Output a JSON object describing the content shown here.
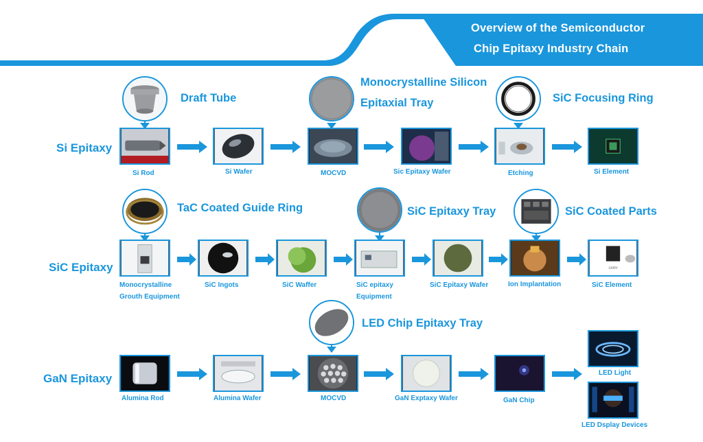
{
  "header": {
    "title_line1": "Overview of the Semiconductor",
    "title_line2": "Chip Epitaxy Industry Chain"
  },
  "rows": {
    "si": {
      "label": "Si Epitaxy",
      "steps": [
        "Si Rod",
        "Si Wafer",
        "MOCVD",
        "Sic Epitaxy Wafer",
        "Etching",
        "Si Element"
      ],
      "callouts": [
        "Draft Tube",
        "Monocrystalline Silicon",
        "Epitaxial Tray",
        "SiC Focusing Ring"
      ]
    },
    "sic": {
      "label": "SiC Epitaxy",
      "steps": [
        "Monocrystalline",
        "Grouth Equipment",
        "SiC Ingots",
        "SiC Waffer",
        "SiC epitaxy",
        "Equipment",
        "SiC Epitaxy Wafer",
        "Ion Implantation",
        "SiC Element"
      ],
      "callouts": [
        "TaC Coated Guide Ring",
        "SiC Epitaxy Tray",
        "SiC Coated Parts"
      ]
    },
    "gan": {
      "label": "GaN Epitaxy",
      "steps": [
        "Alumina Rod",
        "Alumina Wafer",
        "MOCVD",
        "GaN Exptaxy Wafer",
        "GaN Chip",
        "LED Light",
        "LED Dsplay Devices"
      ],
      "callouts": [
        "LED Chip Epitaxy Tray"
      ]
    }
  },
  "colors": {
    "accent": "#1a96dc",
    "header_blue": "#1a96dc",
    "white": "#ffffff"
  }
}
